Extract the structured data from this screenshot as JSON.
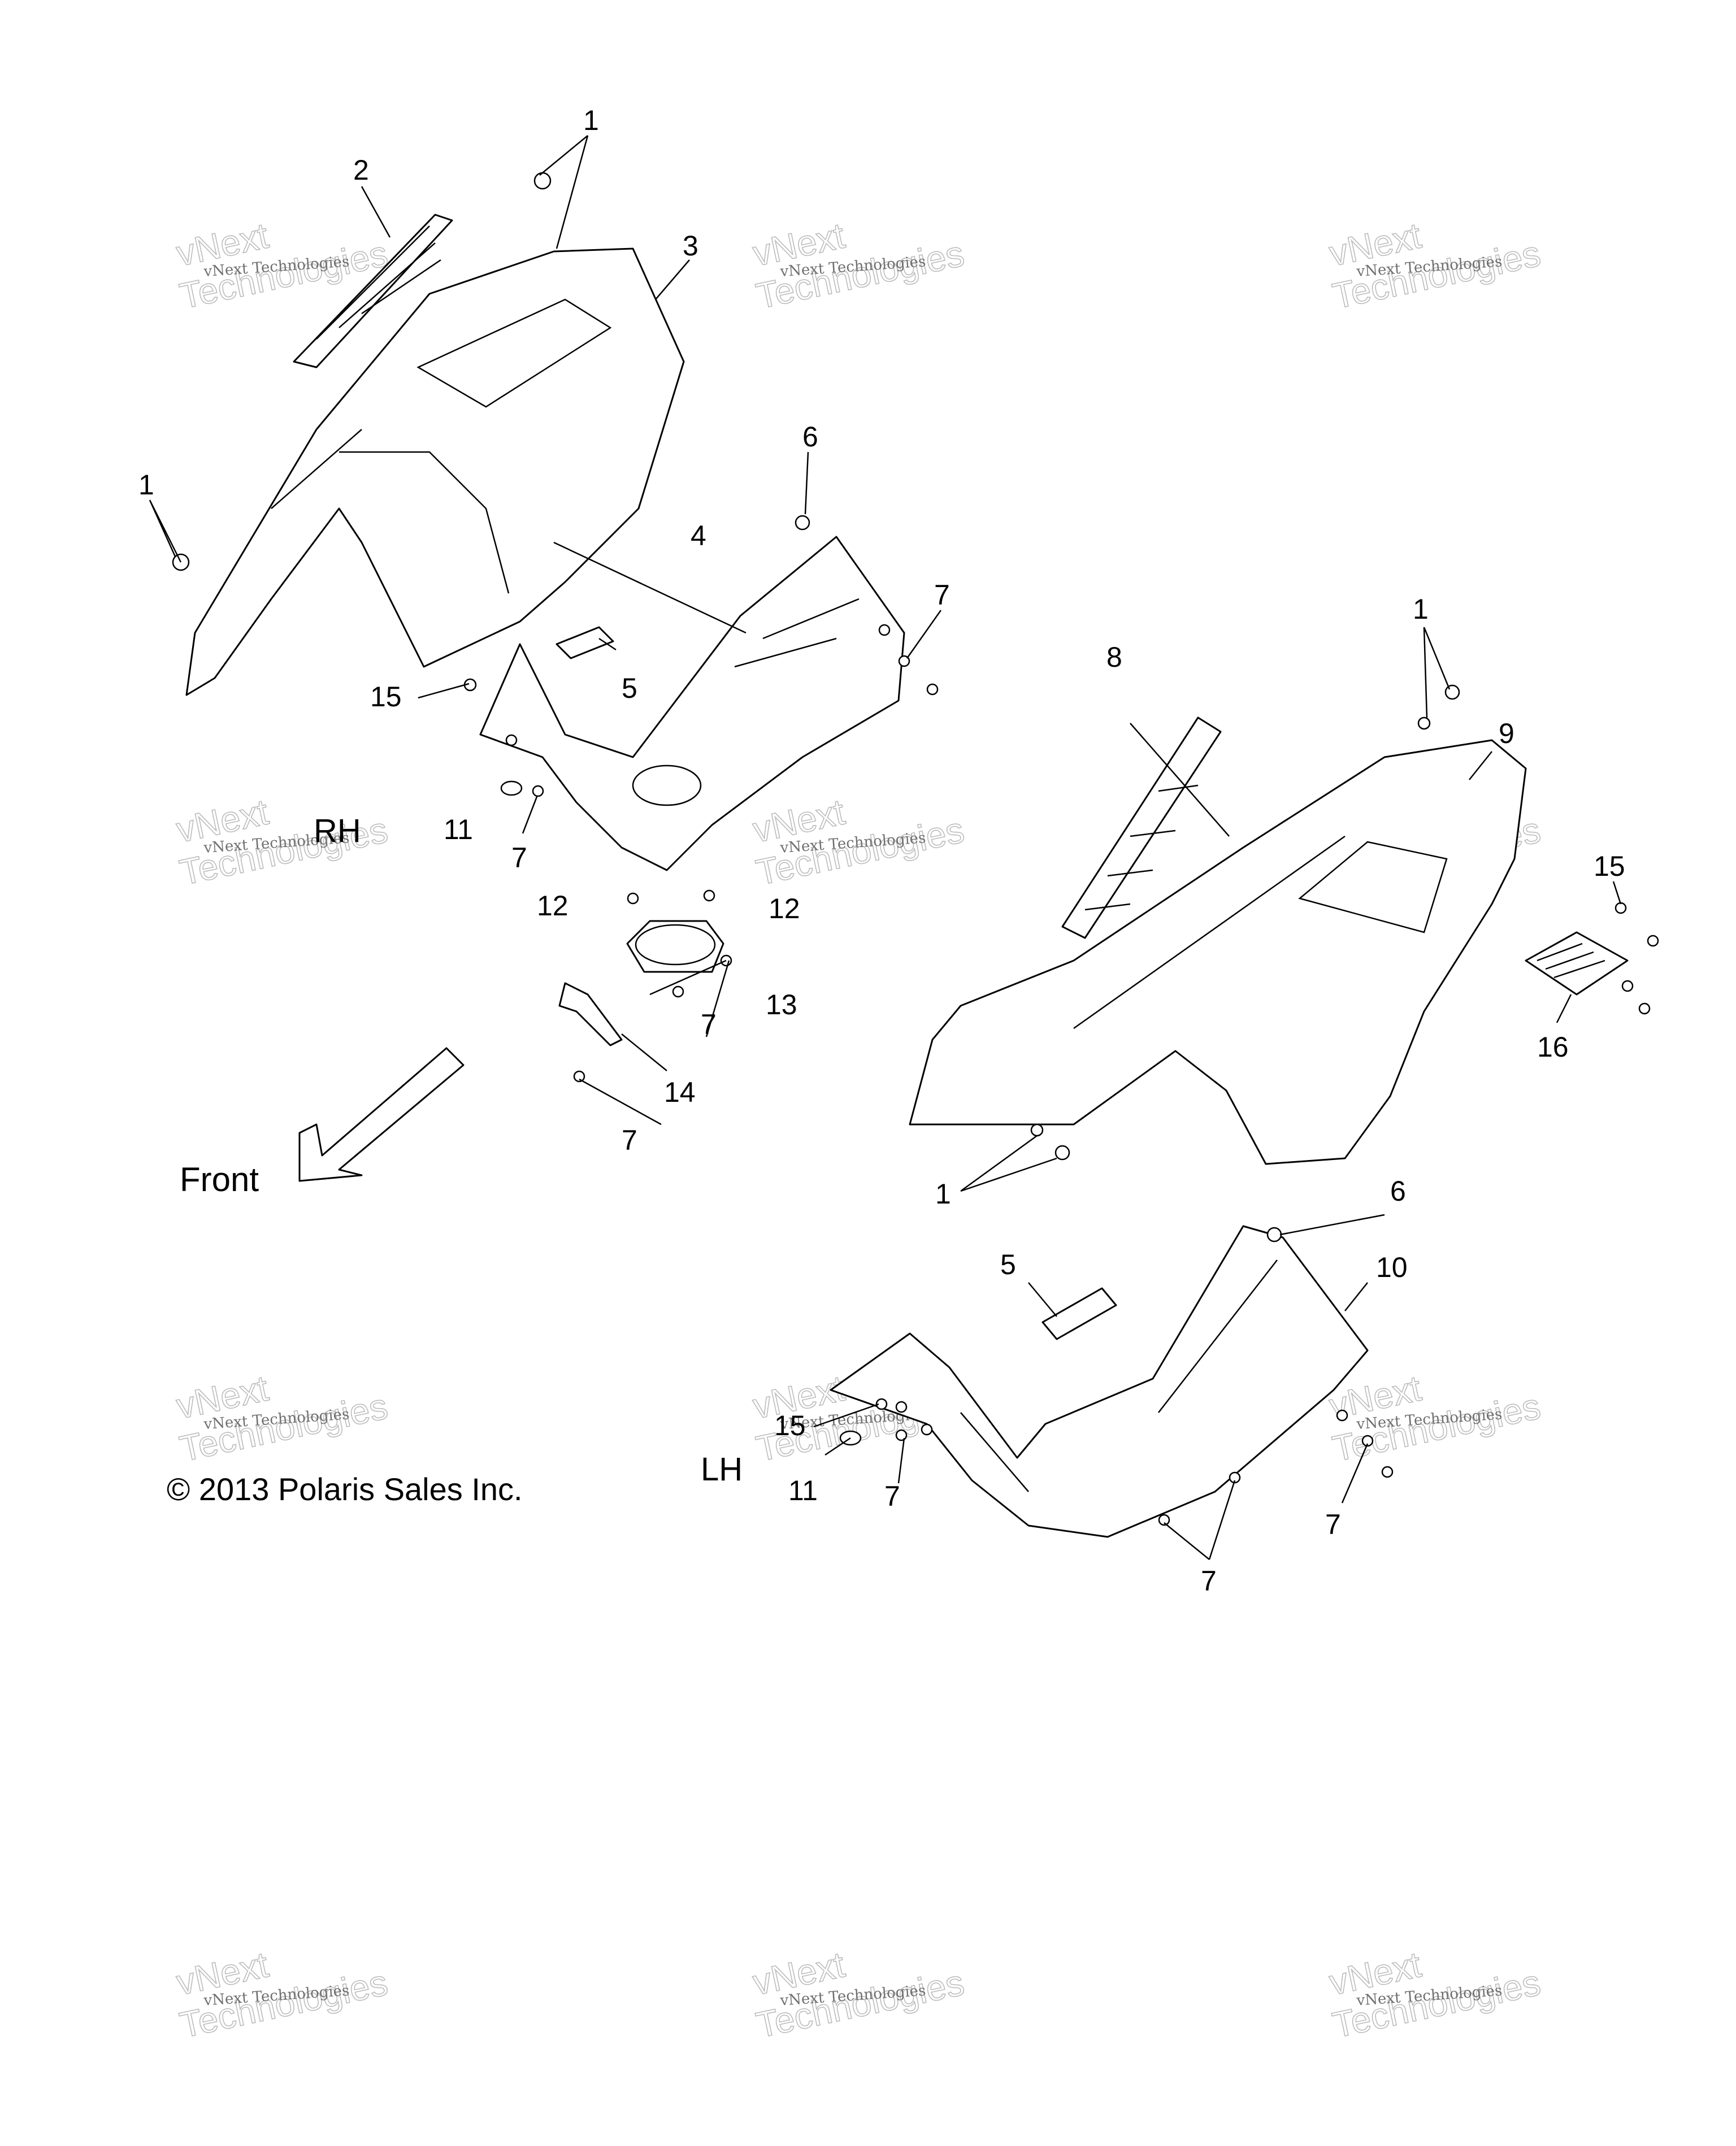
{
  "labels": {
    "n1": "1",
    "n2": "2",
    "n3": "3",
    "n4": "4",
    "n5": "5",
    "n6": "6",
    "n7": "7",
    "n8": "8",
    "n9": "9",
    "n10": "10",
    "n11": "11",
    "n12": "12",
    "n13": "13",
    "n14": "14",
    "n15": "15",
    "n16": "16"
  },
  "sides": {
    "rh": "RH",
    "lh": "LH"
  },
  "direction": "Front",
  "copyright": "© 2013 Polaris Sales Inc.",
  "watermark": {
    "line1": "vNext Technologies",
    "line2": "vNext",
    "line3": "Technologies"
  }
}
